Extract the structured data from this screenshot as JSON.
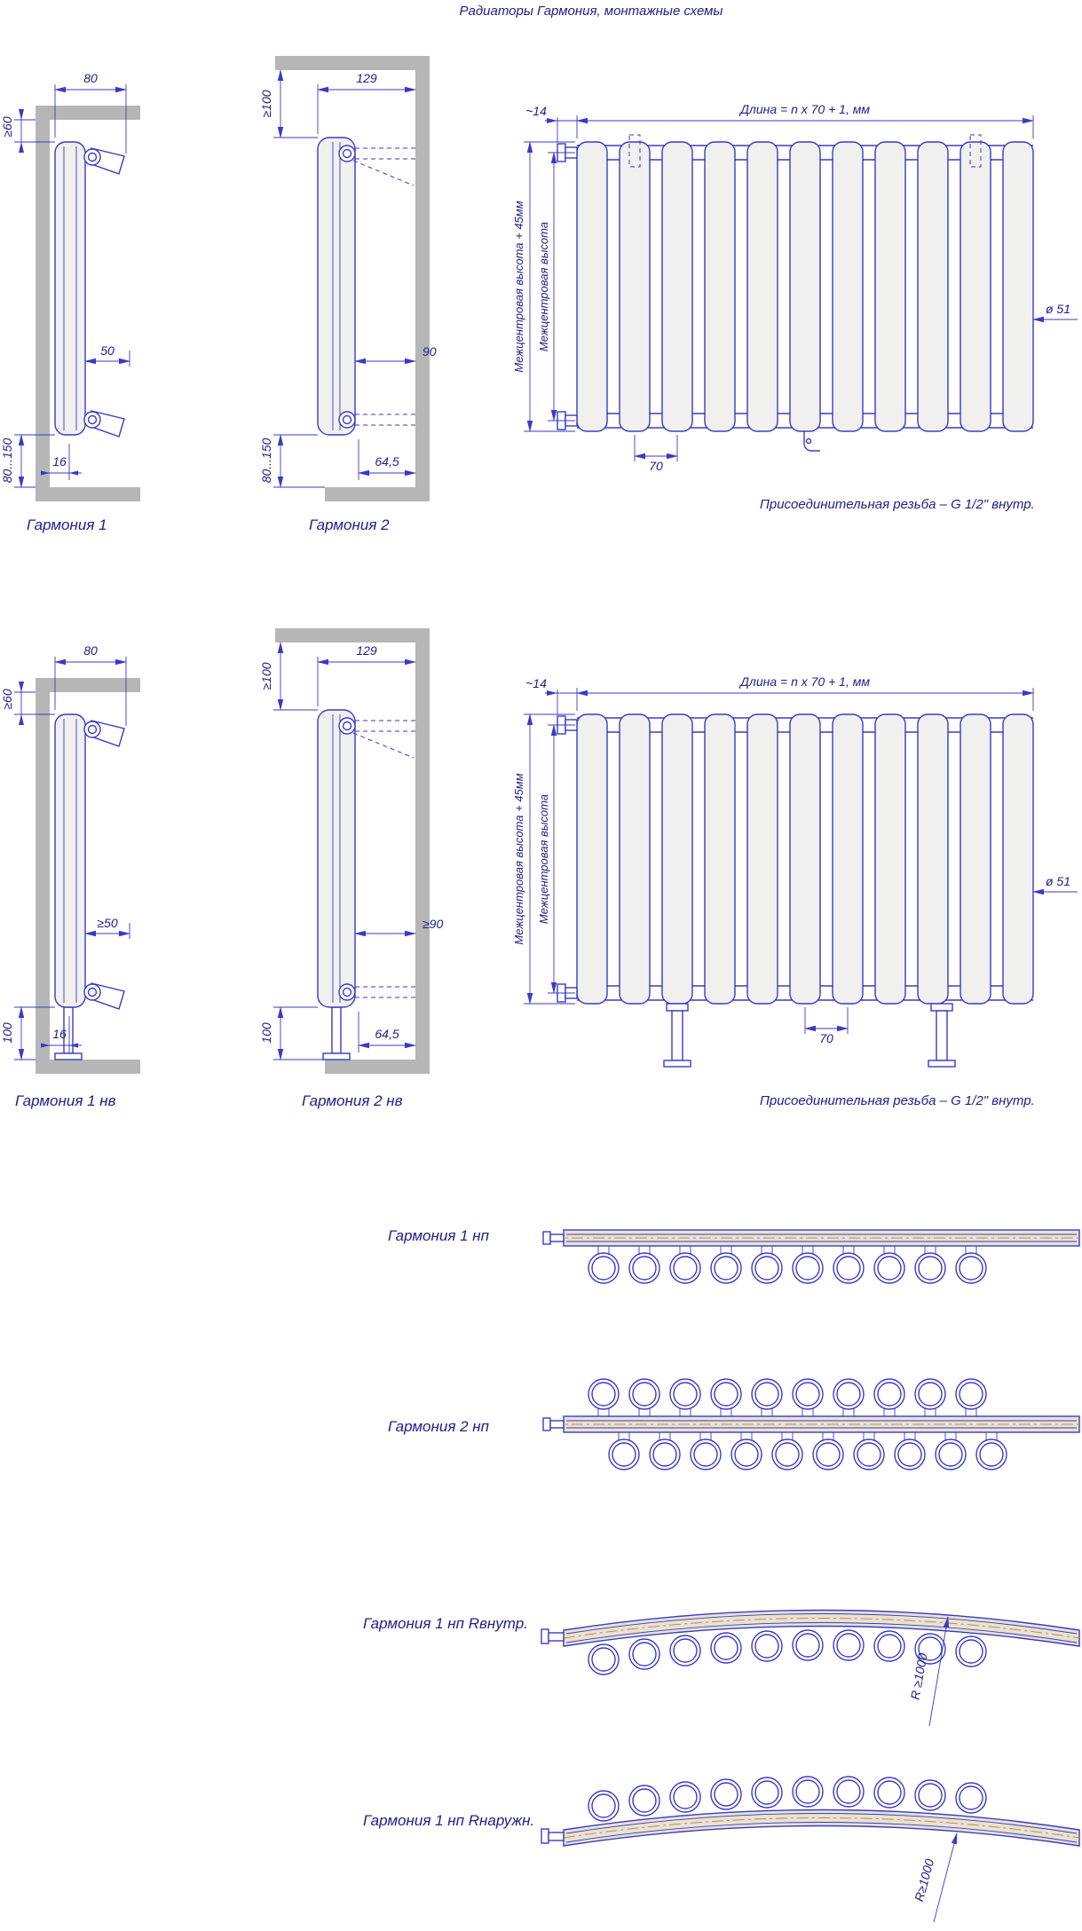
{
  "title": "Радиаторы Гармония, монтажные схемы",
  "colors": {
    "line": "#3a3ac4",
    "text": "#20208c",
    "wall": "#b6b6b6",
    "fillc": "#f0f0ee",
    "bar": "#e9e2d2",
    "center": "#c08a45"
  },
  "row1": {
    "g1": {
      "label": "Гармония 1",
      "dim_top_gap": "≥60",
      "dim_depth": "80",
      "dim_mid": "50",
      "dim_small": "16",
      "dim_floor": "80...150"
    },
    "g2": {
      "label": "Гармония 2",
      "dim_top_gap": "≥100",
      "dim_depth": "129",
      "dim_mid": "90",
      "dim_small": "64,5",
      "dim_floor": "80...150"
    },
    "front": {
      "dim_offset": "~14",
      "dim_length": "Длина = n x 70 + 1, мм",
      "dim_height_outer": "Межцентровая высота + 45мм",
      "dim_height_inner": "Межцентровая высота",
      "dim_diameter": "ø 51",
      "dim_pitch": "70",
      "note": "Присоединительная резьба – G 1/2\" внутр."
    }
  },
  "row2": {
    "g1": {
      "label": "Гармония 1 нв",
      "dim_top_gap": "≥60",
      "dim_depth": "80",
      "dim_mid": "≥50",
      "dim_small": "16",
      "dim_floor": "100"
    },
    "g2": {
      "label": "Гармония 2 нв",
      "dim_top_gap": "≥100",
      "dim_depth": "129",
      "dim_mid": "≥90",
      "dim_small": "64,5",
      "dim_floor": "100"
    },
    "front": {
      "dim_offset": "~14",
      "dim_length": "Длина = n x 70 + 1, мм",
      "dim_height_outer": "Межцентровая высота + 45мм",
      "dim_height_inner": "Межцентровая высота",
      "dim_diameter": "ø 51",
      "dim_pitch": "70",
      "note": "Присоединительная резьба – G 1/2\" внутр."
    }
  },
  "row3": {
    "g1np": {
      "label": "Гармония 1 нп"
    },
    "g2np": {
      "label": "Гармония 2 нп"
    },
    "g1np_rin": {
      "label": "Гармония 1 нп Rвнутр.",
      "radius": "R ≥1000"
    },
    "g1np_rout": {
      "label": "Гармония 1 нп Rнаружн.",
      "radius": "R≥1000"
    }
  }
}
